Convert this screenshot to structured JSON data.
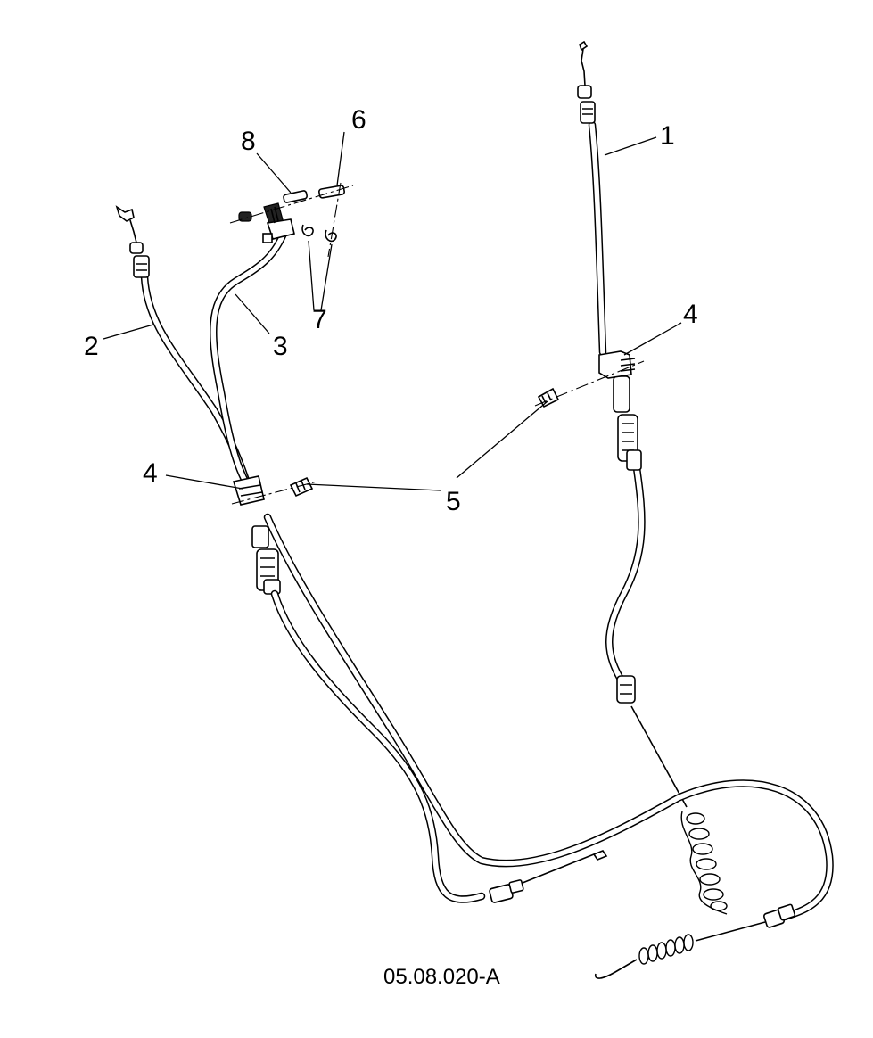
{
  "figure": {
    "reference_code": "05.08.020-A"
  },
  "callouts": [
    {
      "id": "1",
      "label": "1"
    },
    {
      "id": "2",
      "label": "2"
    },
    {
      "id": "3",
      "label": "3"
    },
    {
      "id": "4a",
      "label": "4"
    },
    {
      "id": "4b",
      "label": "4"
    },
    {
      "id": "5",
      "label": "5"
    },
    {
      "id": "6",
      "label": "6"
    },
    {
      "id": "7",
      "label": "7"
    },
    {
      "id": "8",
      "label": "8"
    }
  ],
  "colors": {
    "ink": "#000000",
    "background": "#ffffff"
  }
}
